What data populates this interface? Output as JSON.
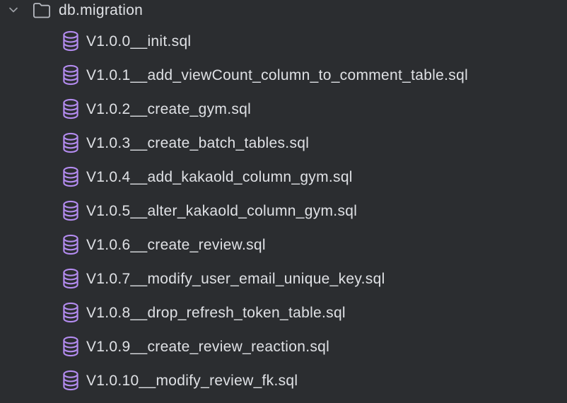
{
  "colors": {
    "background": "#2b2d30",
    "text": "#dfe1e5",
    "database_icon": "#b48cf0",
    "folder_icon": "#b7bac1",
    "chevron_icon": "#9da0a6"
  },
  "tree": {
    "folder": {
      "label": "db.migration",
      "expanded": true,
      "expand_icon": "chevron-down-icon",
      "icon": "folder-icon"
    },
    "file_icon": "database-icon",
    "files": [
      "V1.0.0__init.sql",
      "V1.0.1__add_viewCount_column_to_comment_table.sql",
      "V1.0.2__create_gym.sql",
      "V1.0.3__create_batch_tables.sql",
      "V1.0.4__add_kakaold_column_gym.sql",
      "V1.0.5__alter_kakaold_column_gym.sql",
      "V1.0.6__create_review.sql",
      "V1.0.7__modify_user_email_unique_key.sql",
      "V1.0.8__drop_refresh_token_table.sql",
      "V1.0.9__create_review_reaction.sql",
      "V1.0.10__modify_review_fk.sql"
    ]
  }
}
